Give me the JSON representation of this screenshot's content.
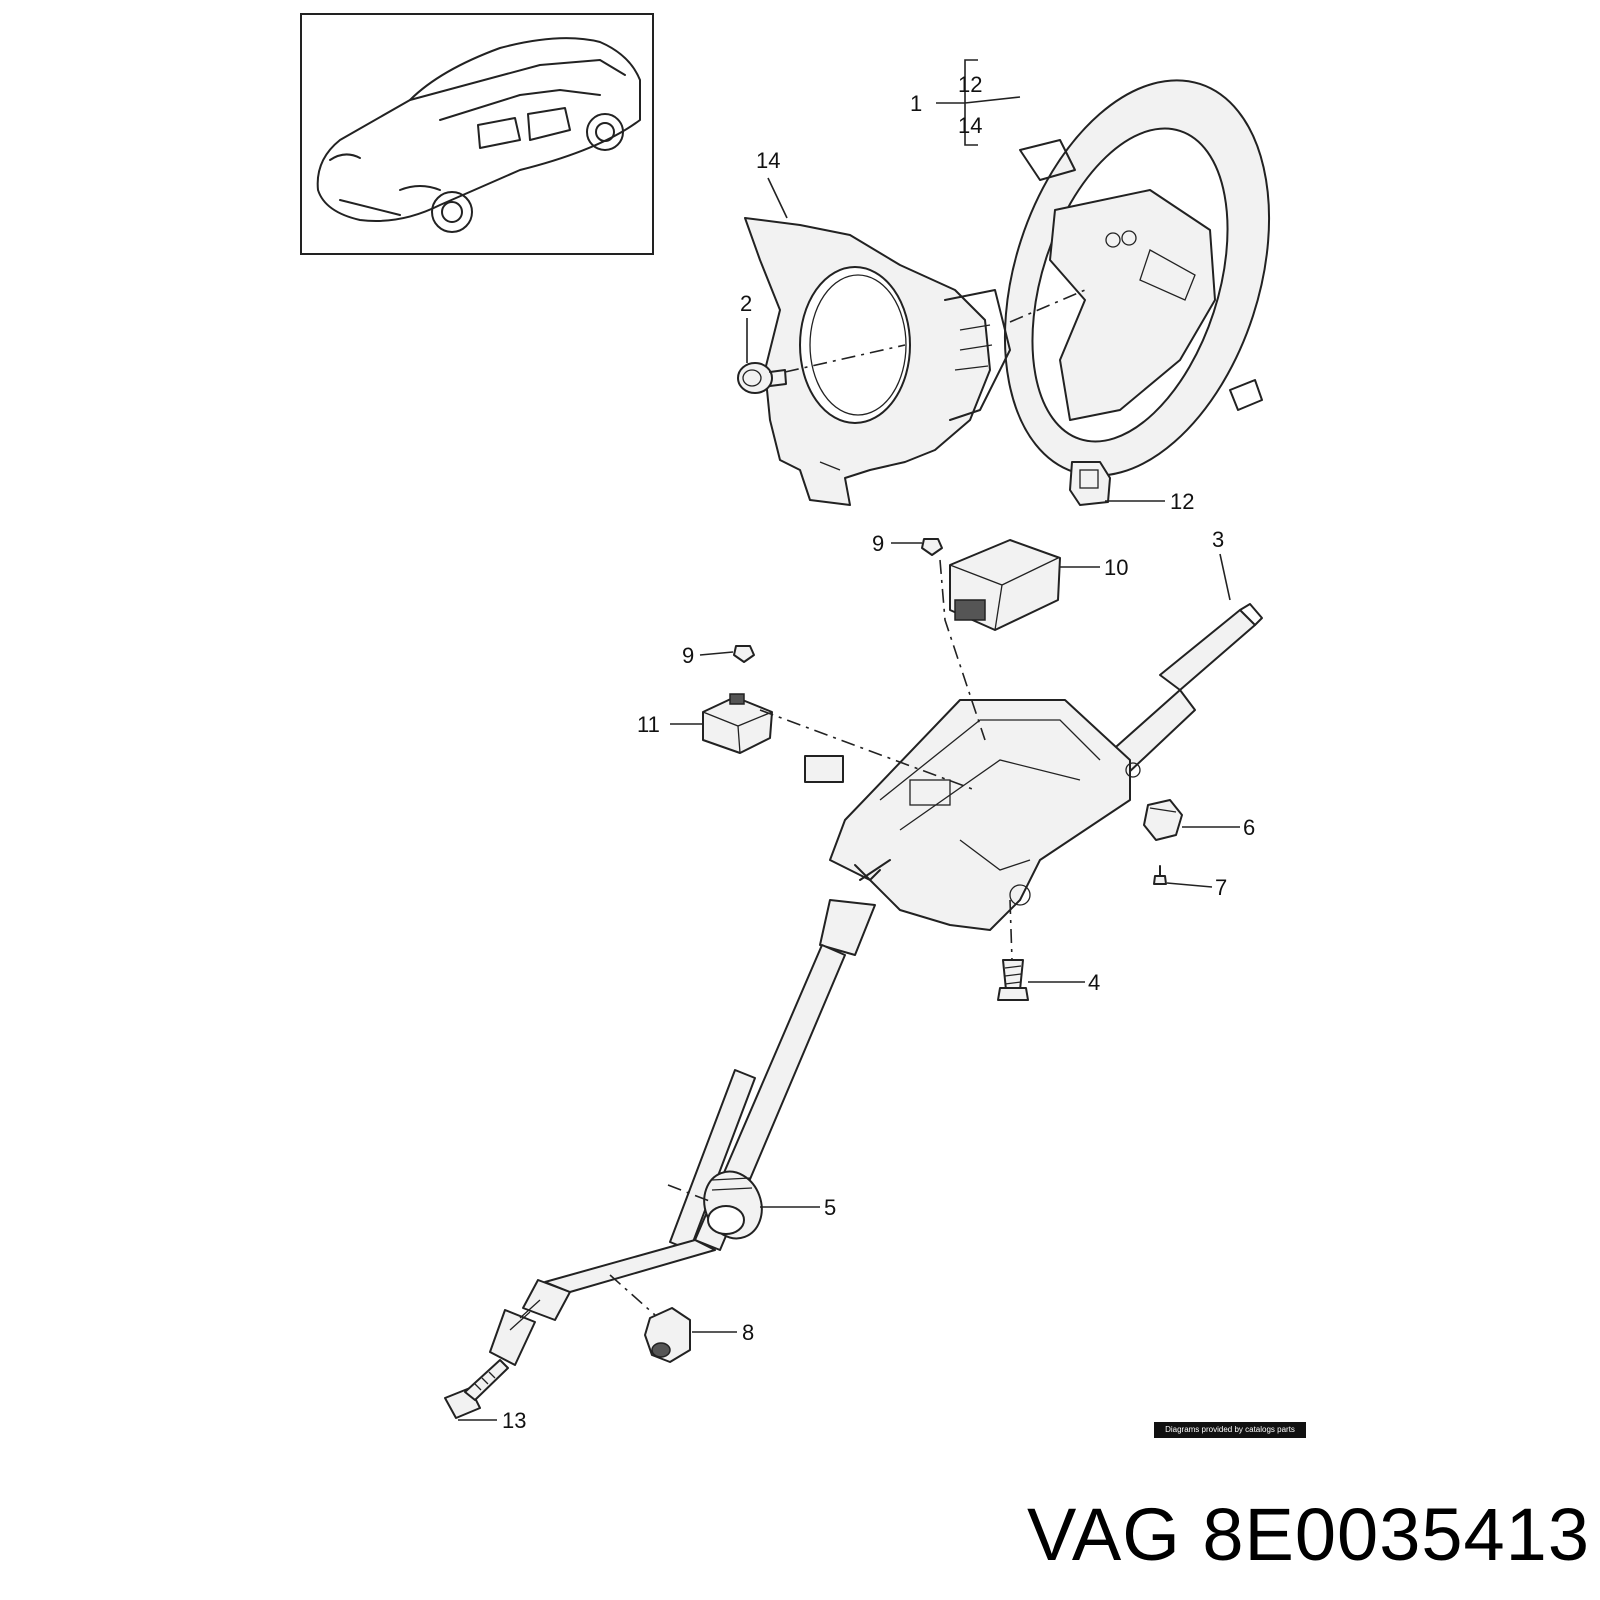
{
  "callouts": {
    "c1": "1",
    "c2": "2",
    "c3": "3",
    "c4": "4",
    "c5": "5",
    "c6": "6",
    "c7": "7",
    "c8": "8",
    "c9a": "9",
    "c9b": "9",
    "c10": "10",
    "c11": "11",
    "c12a": "12",
    "c12b": "12",
    "c13": "13",
    "c14a": "14",
    "c14b": "14"
  },
  "credit": "Diagrams provided by catalogs parts",
  "part_number": "VAG 8E0035413"
}
